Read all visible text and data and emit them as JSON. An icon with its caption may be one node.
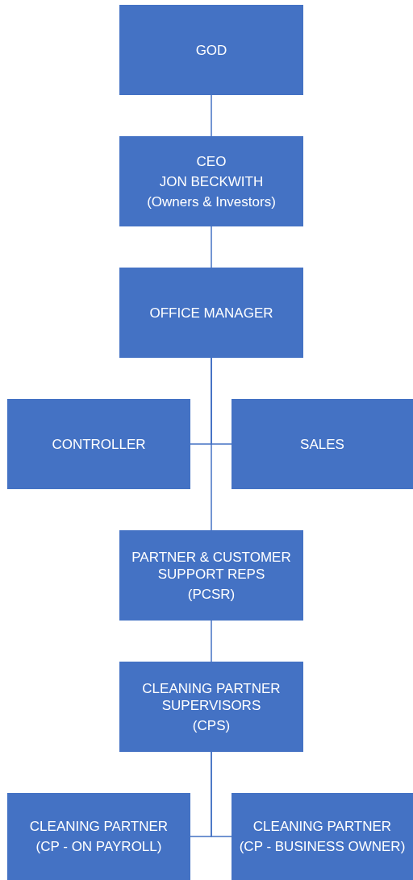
{
  "diagram": {
    "nodes": [
      {
        "text": [
          "GOD"
        ]
      },
      {
        "text": [
          "CEO",
          "JON BECKWITH",
          "(Owners & Investors)"
        ]
      },
      {
        "text": [
          "OFFICE MANAGER"
        ]
      },
      {
        "text": [
          "CONTROLLER"
        ]
      },
      {
        "text": [
          "SALES"
        ]
      },
      {
        "text": [
          "PARTNER & CUSTOMER SUPPORT REPS",
          "(PCSR)"
        ]
      },
      {
        "text": [
          "CLEANING PARTNER SUPERVISORS",
          "(CPS)"
        ]
      },
      {
        "text": [
          "CLEANING PARTNER",
          "(CP - ON PAYROLL)"
        ]
      },
      {
        "text": [
          "CLEANING PARTNER",
          "(CP - BUSINESS OWNER)"
        ]
      }
    ],
    "edges": [
      {
        "from": 0,
        "to": 1,
        "arrow": "none"
      },
      {
        "from": 1,
        "to": 2,
        "arrow": "none"
      },
      {
        "from": 2,
        "to": 3,
        "arrow": "none"
      },
      {
        "from": 2,
        "to": 4,
        "arrow": "none"
      },
      {
        "from": 2,
        "to": 5,
        "arrow": "none"
      },
      {
        "from": 5,
        "to": 6,
        "arrow": "none"
      },
      {
        "from": 6,
        "to": 7,
        "arrow": "none"
      },
      {
        "from": 6,
        "to": 8,
        "arrow": "none"
      }
    ]
  }
}
